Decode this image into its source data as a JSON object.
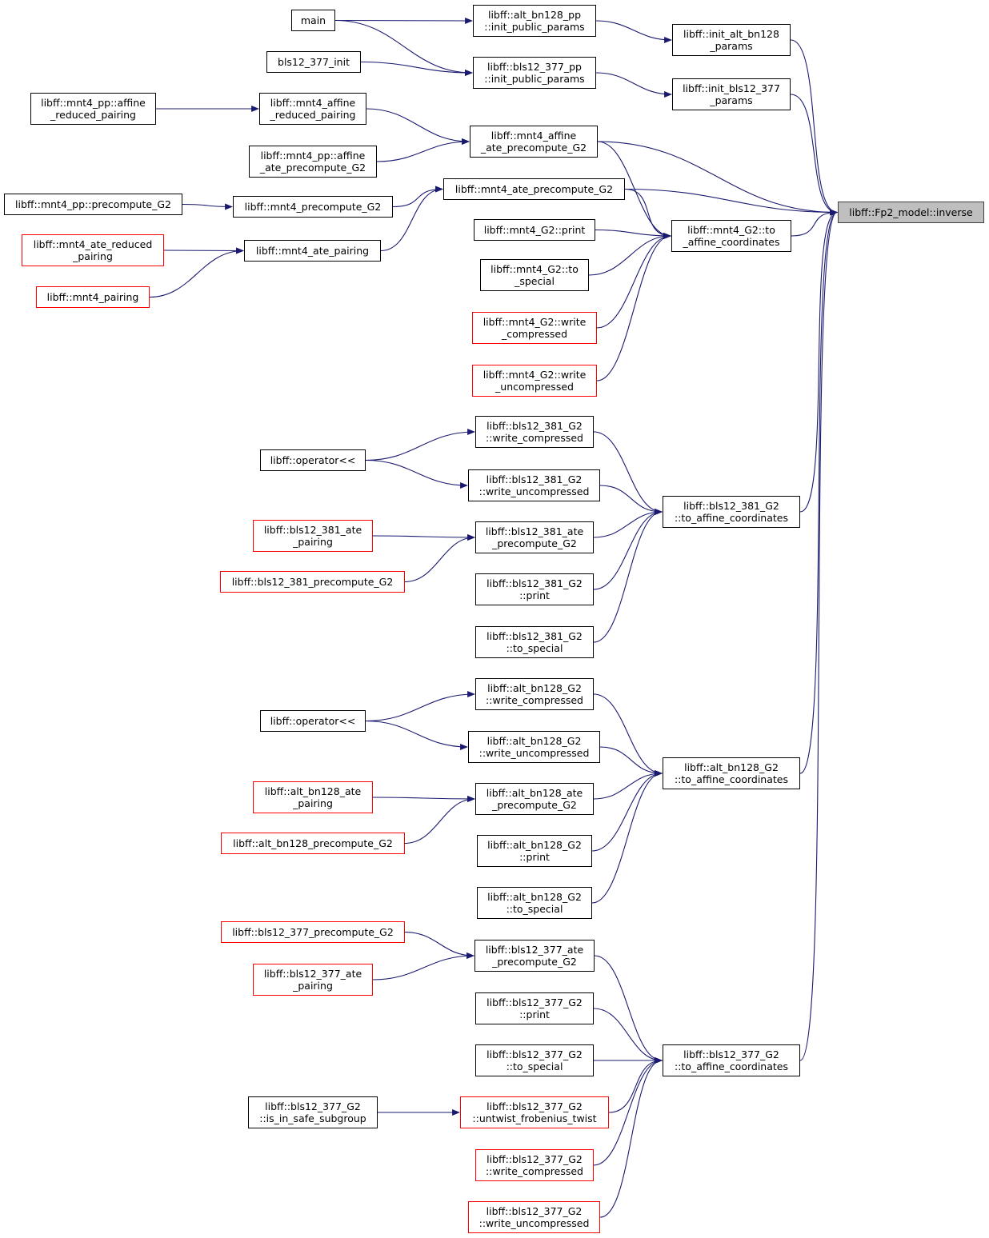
{
  "nodes": [
    {
      "id": "root",
      "lines": [
        "libff::Fp2_model::inverse"
      ],
      "kind": "root"
    },
    {
      "id": "n_init_alt",
      "lines": [
        "libff::init_alt_bn128",
        "_params"
      ],
      "kind": "normal"
    },
    {
      "id": "n_init_bls",
      "lines": [
        "libff::init_bls12_377",
        "_params"
      ],
      "kind": "normal"
    },
    {
      "id": "n_mnt4_affine_ate",
      "lines": [
        "libff::mnt4_affine",
        "_ate_precompute_G2"
      ],
      "kind": "normal"
    },
    {
      "id": "n_mnt4_ate_pre",
      "lines": [
        "libff::mnt4_ate_precompute_G2"
      ],
      "kind": "normal"
    },
    {
      "id": "n_mnt4_to_aff",
      "lines": [
        "libff::mnt4_G2::to",
        "_affine_coordinates"
      ],
      "kind": "normal"
    },
    {
      "id": "n_bls381_to_aff",
      "lines": [
        "libff::bls12_381_G2",
        "::to_affine_coordinates"
      ],
      "kind": "normal"
    },
    {
      "id": "n_alt_to_aff",
      "lines": [
        "libff::alt_bn128_G2",
        "::to_affine_coordinates"
      ],
      "kind": "normal"
    },
    {
      "id": "n_bls377_to_aff",
      "lines": [
        "libff::bls12_377_G2",
        "::to_affine_coordinates"
      ],
      "kind": "normal"
    },
    {
      "id": "n_alt_pp_init",
      "lines": [
        "libff::alt_bn128_pp",
        "::init_public_params"
      ],
      "kind": "normal"
    },
    {
      "id": "n_bls_pp_init",
      "lines": [
        "libff::bls12_377_pp",
        "::init_public_params"
      ],
      "kind": "normal"
    },
    {
      "id": "n_main",
      "lines": [
        "main"
      ],
      "kind": "normal"
    },
    {
      "id": "n_bls_init",
      "lines": [
        "bls12_377_init"
      ],
      "kind": "normal"
    },
    {
      "id": "n_mnt4_aff_red",
      "lines": [
        "libff::mnt4_affine",
        "_reduced_pairing"
      ],
      "kind": "normal"
    },
    {
      "id": "n_pp_aff_red",
      "lines": [
        "libff::mnt4_pp::affine",
        "_reduced_pairing"
      ],
      "kind": "normal"
    },
    {
      "id": "n_pp_aff_ate",
      "lines": [
        "libff::mnt4_pp::affine",
        "_ate_precompute_G2"
      ],
      "kind": "normal"
    },
    {
      "id": "n_mnt4_precomp",
      "lines": [
        "libff::mnt4_precompute_G2"
      ],
      "kind": "normal"
    },
    {
      "id": "n_pp_precomp",
      "lines": [
        "libff::mnt4_pp::precompute_G2"
      ],
      "kind": "normal"
    },
    {
      "id": "n_mnt4_ate_pair",
      "lines": [
        "libff::mnt4_ate_pairing"
      ],
      "kind": "normal"
    },
    {
      "id": "n_mnt4_ate_red",
      "lines": [
        "libff::mnt4_ate_reduced",
        "_pairing"
      ],
      "kind": "trunc"
    },
    {
      "id": "n_mnt4_pairing",
      "lines": [
        "libff::mnt4_pairing"
      ],
      "kind": "trunc"
    },
    {
      "id": "n_mnt4_print",
      "lines": [
        "libff::mnt4_G2::print"
      ],
      "kind": "normal"
    },
    {
      "id": "n_mnt4_tospec",
      "lines": [
        "libff::mnt4_G2::to",
        "_special"
      ],
      "kind": "normal"
    },
    {
      "id": "n_mnt4_wc",
      "lines": [
        "libff::mnt4_G2::write",
        "_compressed"
      ],
      "kind": "trunc"
    },
    {
      "id": "n_mnt4_wu",
      "lines": [
        "libff::mnt4_G2::write",
        "_uncompressed"
      ],
      "kind": "trunc"
    },
    {
      "id": "n_bls381_wc",
      "lines": [
        "libff::bls12_381_G2",
        "::write_compressed"
      ],
      "kind": "normal"
    },
    {
      "id": "n_bls381_wu",
      "lines": [
        "libff::bls12_381_G2",
        "::write_uncompressed"
      ],
      "kind": "normal"
    },
    {
      "id": "n_op1",
      "lines": [
        "libff::operator<<"
      ],
      "kind": "normal"
    },
    {
      "id": "n_bls381_ate_pre",
      "lines": [
        "libff::bls12_381_ate",
        "_precompute_G2"
      ],
      "kind": "normal"
    },
    {
      "id": "n_bls381_ate_pair",
      "lines": [
        "libff::bls12_381_ate",
        "_pairing"
      ],
      "kind": "trunc"
    },
    {
      "id": "n_bls381_precomp",
      "lines": [
        "libff::bls12_381_precompute_G2"
      ],
      "kind": "trunc"
    },
    {
      "id": "n_bls381_print",
      "lines": [
        "libff::bls12_381_G2",
        "::print"
      ],
      "kind": "normal"
    },
    {
      "id": "n_bls381_tospec",
      "lines": [
        "libff::bls12_381_G2",
        "::to_special"
      ],
      "kind": "normal"
    },
    {
      "id": "n_alt_wc",
      "lines": [
        "libff::alt_bn128_G2",
        "::write_compressed"
      ],
      "kind": "normal"
    },
    {
      "id": "n_alt_wu",
      "lines": [
        "libff::alt_bn128_G2",
        "::write_uncompressed"
      ],
      "kind": "normal"
    },
    {
      "id": "n_op2",
      "lines": [
        "libff::operator<<"
      ],
      "kind": "normal"
    },
    {
      "id": "n_alt_ate_pre",
      "lines": [
        "libff::alt_bn128_ate",
        "_precompute_G2"
      ],
      "kind": "normal"
    },
    {
      "id": "n_alt_ate_pair",
      "lines": [
        "libff::alt_bn128_ate",
        "_pairing"
      ],
      "kind": "trunc"
    },
    {
      "id": "n_alt_precomp",
      "lines": [
        "libff::alt_bn128_precompute_G2"
      ],
      "kind": "trunc"
    },
    {
      "id": "n_alt_print",
      "lines": [
        "libff::alt_bn128_G2",
        "::print"
      ],
      "kind": "normal"
    },
    {
      "id": "n_alt_tospec",
      "lines": [
        "libff::alt_bn128_G2",
        "::to_special"
      ],
      "kind": "normal"
    },
    {
      "id": "n_bls377_precomp",
      "lines": [
        "libff::bls12_377_precompute_G2"
      ],
      "kind": "trunc"
    },
    {
      "id": "n_bls377_ate_pair",
      "lines": [
        "libff::bls12_377_ate",
        "_pairing"
      ],
      "kind": "trunc"
    },
    {
      "id": "n_bls377_ate_pre",
      "lines": [
        "libff::bls12_377_ate",
        "_precompute_G2"
      ],
      "kind": "normal"
    },
    {
      "id": "n_bls377_print",
      "lines": [
        "libff::bls12_377_G2",
        "::print"
      ],
      "kind": "normal"
    },
    {
      "id": "n_bls377_tospec",
      "lines": [
        "libff::bls12_377_G2",
        "::to_special"
      ],
      "kind": "normal"
    },
    {
      "id": "n_bls377_untwist",
      "lines": [
        "libff::bls12_377_G2",
        "::untwist_frobenius_twist"
      ],
      "kind": "trunc"
    },
    {
      "id": "n_bls377_safe",
      "lines": [
        "libff::bls12_377_G2",
        "::is_in_safe_subgroup"
      ],
      "kind": "normal"
    },
    {
      "id": "n_bls377_wc",
      "lines": [
        "libff::bls12_377_G2",
        "::write_compressed"
      ],
      "kind": "trunc"
    },
    {
      "id": "n_bls377_wu",
      "lines": [
        "libff::bls12_377_G2",
        "::write_uncompressed"
      ],
      "kind": "trunc"
    }
  ],
  "edges": [
    [
      "n_init_alt",
      "root"
    ],
    [
      "n_init_bls",
      "root"
    ],
    [
      "n_mnt4_affine_ate",
      "root"
    ],
    [
      "n_mnt4_ate_pre",
      "root"
    ],
    [
      "n_mnt4_to_aff",
      "root"
    ],
    [
      "n_bls381_to_aff",
      "root"
    ],
    [
      "n_alt_to_aff",
      "root"
    ],
    [
      "n_bls377_to_aff",
      "root"
    ],
    [
      "n_alt_pp_init",
      "n_init_alt"
    ],
    [
      "n_bls_pp_init",
      "n_init_bls"
    ],
    [
      "n_main",
      "n_alt_pp_init"
    ],
    [
      "n_main",
      "n_bls_pp_init"
    ],
    [
      "n_bls_init",
      "n_bls_pp_init"
    ],
    [
      "n_mnt4_aff_red",
      "n_mnt4_affine_ate"
    ],
    [
      "n_pp_aff_ate",
      "n_mnt4_affine_ate"
    ],
    [
      "n_pp_aff_red",
      "n_mnt4_aff_red"
    ],
    [
      "n_mnt4_precomp",
      "n_mnt4_ate_pre"
    ],
    [
      "n_mnt4_ate_pair",
      "n_mnt4_ate_pre"
    ],
    [
      "n_pp_precomp",
      "n_mnt4_precomp"
    ],
    [
      "n_mnt4_ate_red",
      "n_mnt4_ate_pair"
    ],
    [
      "n_mnt4_pairing",
      "n_mnt4_ate_pair"
    ],
    [
      "n_mnt4_affine_ate",
      "n_mnt4_to_aff"
    ],
    [
      "n_mnt4_ate_pre",
      "n_mnt4_to_aff"
    ],
    [
      "n_mnt4_print",
      "n_mnt4_to_aff"
    ],
    [
      "n_mnt4_tospec",
      "n_mnt4_to_aff"
    ],
    [
      "n_mnt4_wc",
      "n_mnt4_to_aff"
    ],
    [
      "n_mnt4_wu",
      "n_mnt4_to_aff"
    ],
    [
      "n_bls381_wc",
      "n_bls381_to_aff"
    ],
    [
      "n_bls381_wu",
      "n_bls381_to_aff"
    ],
    [
      "n_bls381_ate_pre",
      "n_bls381_to_aff"
    ],
    [
      "n_bls381_print",
      "n_bls381_to_aff"
    ],
    [
      "n_bls381_tospec",
      "n_bls381_to_aff"
    ],
    [
      "n_op1",
      "n_bls381_wc"
    ],
    [
      "n_op1",
      "n_bls381_wu"
    ],
    [
      "n_bls381_ate_pair",
      "n_bls381_ate_pre"
    ],
    [
      "n_bls381_precomp",
      "n_bls381_ate_pre"
    ],
    [
      "n_alt_wc",
      "n_alt_to_aff"
    ],
    [
      "n_alt_wu",
      "n_alt_to_aff"
    ],
    [
      "n_alt_ate_pre",
      "n_alt_to_aff"
    ],
    [
      "n_alt_print",
      "n_alt_to_aff"
    ],
    [
      "n_alt_tospec",
      "n_alt_to_aff"
    ],
    [
      "n_op2",
      "n_alt_wc"
    ],
    [
      "n_op2",
      "n_alt_wu"
    ],
    [
      "n_alt_ate_pair",
      "n_alt_ate_pre"
    ],
    [
      "n_alt_precomp",
      "n_alt_ate_pre"
    ],
    [
      "n_bls377_precomp",
      "n_bls377_ate_pre"
    ],
    [
      "n_bls377_ate_pair",
      "n_bls377_ate_pre"
    ],
    [
      "n_bls377_ate_pre",
      "n_bls377_to_aff"
    ],
    [
      "n_bls377_print",
      "n_bls377_to_aff"
    ],
    [
      "n_bls377_tospec",
      "n_bls377_to_aff"
    ],
    [
      "n_bls377_untwist",
      "n_bls377_to_aff"
    ],
    [
      "n_bls377_wc",
      "n_bls377_to_aff"
    ],
    [
      "n_bls377_wu",
      "n_bls377_to_aff"
    ],
    [
      "n_bls377_safe",
      "n_bls377_untwist"
    ]
  ],
  "colors": {
    "edge": "#191970",
    "trunc_border": "#ff0000",
    "root_fill": "#bfbfbf"
  }
}
